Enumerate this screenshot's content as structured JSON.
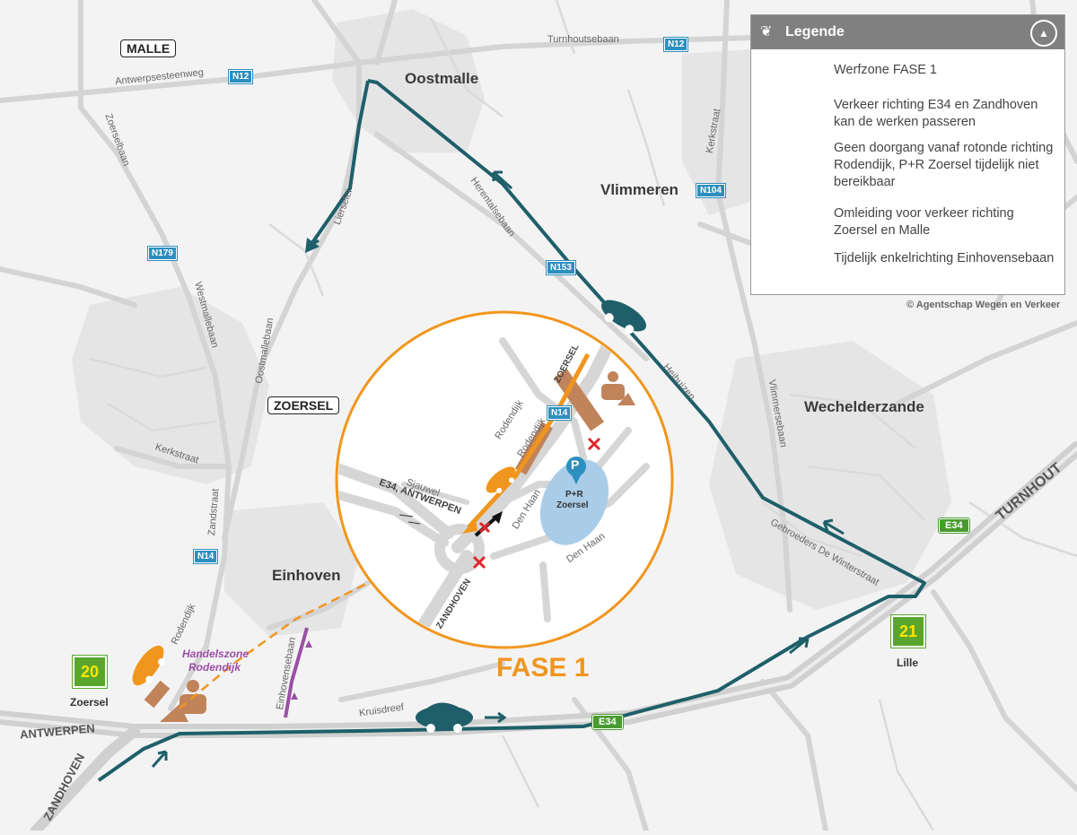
{
  "legend": {
    "title": "Legende",
    "items": [
      {
        "text": "Werfzone FASE 1",
        "color": "#c0835a"
      },
      {
        "text": "Verkeer richting E34 en Zandhoven kan de werken passeren",
        "color": "#f0961e"
      },
      {
        "text": "Geen doorgang vanaf rotonde richting Rodendijk, P+R Zoersel tijdelijk niet bereikbaar",
        "color": "#e0262b"
      },
      {
        "text": "Omleiding voor verkeer richting Zoersel en Malle",
        "color": "#1e5f6a"
      },
      {
        "text": "Tijdelijk enkelrichting Einhovensebaan",
        "color": "#9b4fa6"
      }
    ]
  },
  "copyright": "© Agentschap Wegen en Verkeer",
  "phase_label": "FASE 1",
  "towns": {
    "malle": "MALLE",
    "zoersel_box": "ZOERSEL",
    "oostmalle": "Oostmalle",
    "vlimmeren": "Vlimmeren",
    "wechelderzande": "Wechelderzande",
    "einhoven": "Einhoven"
  },
  "roads": {
    "turnhoutsebaan": "Turnhoutsebaan",
    "antwerpsesteenweg": "Antwerpsesteenweg",
    "zoerselbaan": "Zoerselbaan",
    "lierselei": "Lierselei",
    "herentalsebaan": "Herentalsebaan",
    "kerkstraat_ne": "Kerkstraat",
    "westmallebaan": "Westmallebaan",
    "oostmallebaan": "Oostmallebaan",
    "kerkstraat_w": "Kerkstraat",
    "zandstraat": "Zandstraat",
    "rodendijk_sw": "Rodendijk",
    "einhovensebaan": "Einhovensebaan",
    "kruisdreef": "Kruisdreef",
    "heihuizen": "Heihuizen",
    "vlimmersebaan": "Vlimmersebaan",
    "gebroeders": "Gebroeders De Winterstraat",
    "sjauwel": "Sjauwel",
    "rodendijk_a": "Rodendijk",
    "rodendijk_b": "Rodendijk",
    "den_haan_a": "Den Haan",
    "den_haan_b": "Den Haan"
  },
  "directions": {
    "zoersel": "ZOERSEL",
    "e34_antwerpen": "E34, ANTWERPEN",
    "zandhoven_inset": "ZANDHOVEN",
    "antwerpen": "ANTWERPEN",
    "zandhoven": "ZANDHOVEN",
    "turnhout": "TURNHOUT"
  },
  "shields": {
    "n12_a": "N12",
    "n12_b": "N12",
    "n104": "N104",
    "n179": "N179",
    "n153": "N153",
    "n14_a": "N14",
    "n14_b": "N14",
    "e34_a": "E34",
    "e34_b": "E34"
  },
  "exits": {
    "exit20_num": "20",
    "exit20_name": "Zoersel",
    "exit21_num": "21",
    "exit21_name": "Lille"
  },
  "parking": {
    "symbol": "P",
    "name_line1": "P+R",
    "name_line2": "Zoersel"
  },
  "handelszone": {
    "line1": "Handelszone",
    "line2": "Rodendijk"
  },
  "colors": {
    "werfzone": "#c0835a",
    "orange": "#f0961e",
    "teal": "#1e5f6a",
    "purple": "#9b4fa6",
    "red": "#e0262b",
    "road": "#d7d7d7",
    "builtup": "#e4e4e4"
  }
}
